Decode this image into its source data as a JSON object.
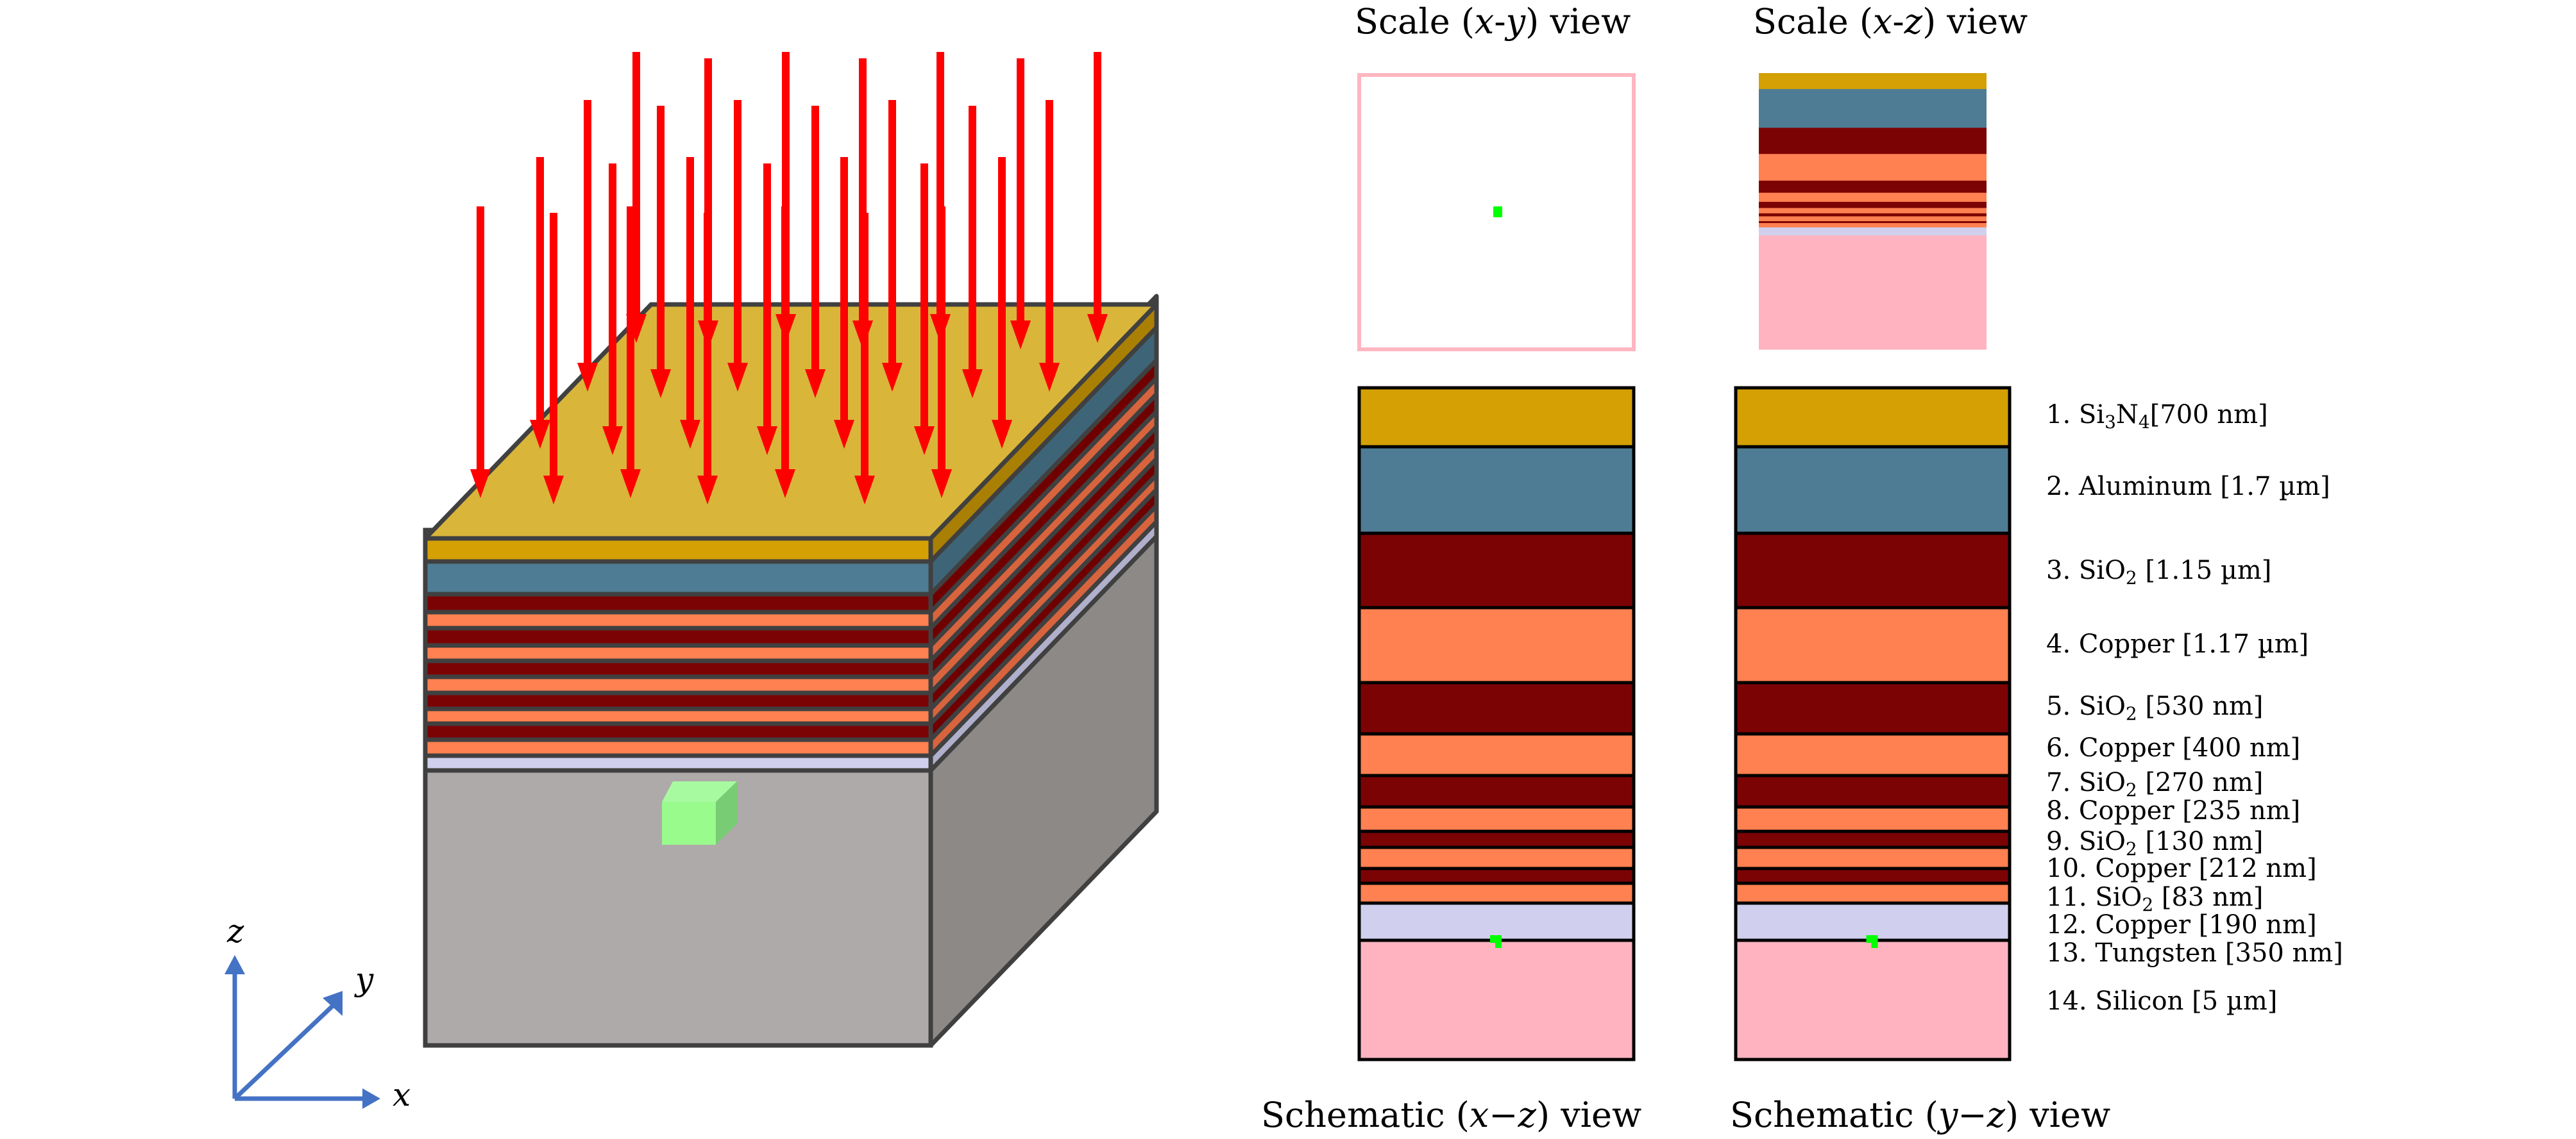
{
  "figure": {
    "titles": {
      "scale_xy": {
        "pre": "Scale (",
        "a": "x",
        "sep": "-",
        "b": "y",
        "post": ") view"
      },
      "scale_xz": {
        "pre": "Scale (",
        "a": "x",
        "sep": "-",
        "b": "z",
        "post": ") view"
      },
      "schematic_xz": {
        "pre": "Schematic (",
        "a": "x",
        "sep": "−",
        "b": "z",
        "post": ") view"
      },
      "schematic_yz": {
        "pre": "Schematic (",
        "a": "y",
        "sep": "−",
        "b": "z",
        "post": ") view"
      }
    },
    "axes": {
      "x": "x",
      "y": "y",
      "z": "z",
      "color": "#4472c4"
    },
    "incident_beam": {
      "color": "#ff0000",
      "direction": "down",
      "rows": 4,
      "arrows_per_row": 7
    },
    "target_cube_color": "#98fb98",
    "marker_color": "#00ff00",
    "scale_xy_border_color": "#ffb6c1"
  },
  "layers": [
    {
      "n": "1.",
      "material": "Si",
      "sub1": "3",
      "mid": "N",
      "sub2": "4",
      "rest": "[700 nm]",
      "thickness_nm": 700,
      "color": "#d4a004"
    },
    {
      "n": "2.",
      "material": "Aluminum",
      "rest": " [1.7 µm]",
      "thickness_nm": 1700,
      "color": "#4e7c94"
    },
    {
      "n": "3.",
      "material": "SiO",
      "sub1": "2",
      "rest": " [1.15 µm]",
      "thickness_nm": 1150,
      "color": "#7c0304"
    },
    {
      "n": "4.",
      "material": "Copper",
      "rest": " [1.17 µm]",
      "thickness_nm": 1170,
      "color": "#ff8050"
    },
    {
      "n": "5.",
      "material": "SiO",
      "sub1": "2",
      "rest": " [530 nm]",
      "thickness_nm": 530,
      "color": "#7c0304"
    },
    {
      "n": "6.",
      "material": "Copper",
      "rest": " [400 nm]",
      "thickness_nm": 400,
      "color": "#ff8050"
    },
    {
      "n": "7.",
      "material": "SiO",
      "sub1": "2",
      "rest": " [270 nm]",
      "thickness_nm": 270,
      "color": "#7c0304"
    },
    {
      "n": "8.",
      "material": "Copper",
      "rest": " [235 nm]",
      "thickness_nm": 235,
      "color": "#ff8050"
    },
    {
      "n": "9.",
      "material": "SiO",
      "sub1": "2",
      "rest": " [130 nm]",
      "thickness_nm": 130,
      "color": "#7c0304"
    },
    {
      "n": "10.",
      "material": "Copper",
      "rest": " [212 nm]",
      "thickness_nm": 212,
      "color": "#ff8050"
    },
    {
      "n": "11.",
      "material": "SiO",
      "sub1": "2",
      "rest": " [83 nm]",
      "thickness_nm": 83,
      "color": "#7c0304"
    },
    {
      "n": "12.",
      "material": "Copper",
      "rest": " [190 nm]",
      "thickness_nm": 190,
      "color": "#ff8050"
    },
    {
      "n": "13.",
      "material": "Tungsten",
      "rest": " [350 nm]",
      "thickness_nm": 350,
      "color": "#d0d0ee"
    },
    {
      "n": "14.",
      "material": "Silicon",
      "rest": " [5 µm]",
      "thickness_nm": 5000,
      "color": "#ffb3c1"
    }
  ],
  "block3d": {
    "layer_sequence": [
      "Si3N4",
      "Aluminum",
      "SiO2",
      "Copper",
      "SiO2",
      "Copper",
      "SiO2",
      "Copper",
      "SiO2",
      "Copper",
      "SiO2",
      "Copper",
      "Tungsten",
      "Silicon"
    ],
    "front_colors": [
      "#d4a004",
      "#4e7c94",
      "#7c0304",
      "#ff8050",
      "#7c0304",
      "#ff8050",
      "#7c0304",
      "#ff8050",
      "#7c0304",
      "#ff8050",
      "#7c0304",
      "#ff8050",
      "#d0d0ee",
      "#aeaaa9"
    ],
    "side_colors": [
      "#aa8004",
      "#3e6478",
      "#700000",
      "#d8643e",
      "#700000",
      "#d8643e",
      "#700000",
      "#d8643e",
      "#700000",
      "#d8643e",
      "#700000",
      "#d8643e",
      "#b0b0cc",
      "#8d8987"
    ],
    "top_color": "#d9b53a",
    "edge_color": "#404040"
  }
}
